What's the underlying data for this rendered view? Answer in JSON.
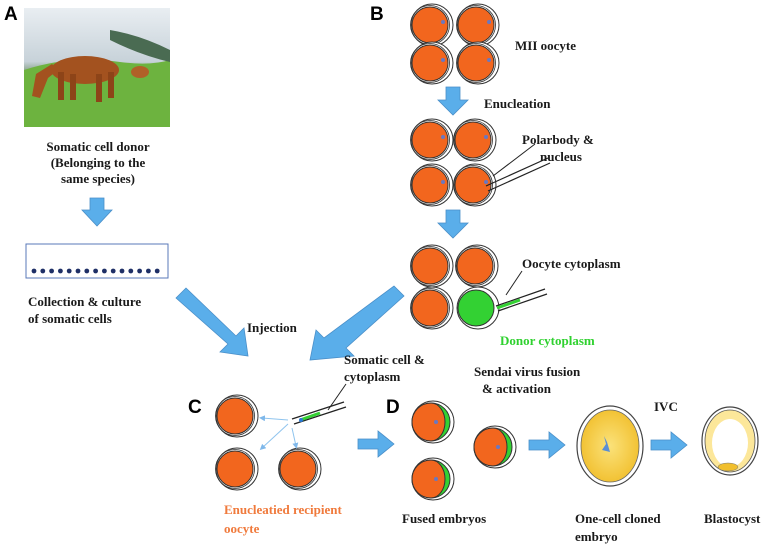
{
  "panels": {
    "a": "A",
    "b": "B",
    "c": "C",
    "d": "D"
  },
  "labels": {
    "donor_line1": "Somatic cell donor",
    "donor_line2": "(Belonging to the",
    "donor_line3": "same species)",
    "collection_line1": "Collection & culture",
    "collection_line2": "of somatic cells",
    "injection": "Injection",
    "mii_oocyte": "MII oocyte",
    "enucleation": "Enucleation",
    "polarbody_line1": "Polarbody &",
    "polarbody_line2": "nucleus",
    "oocyte_cytoplasm": "Oocyte cytoplasm",
    "donor_cytoplasm": "Donor  cytoplasm",
    "somatic_line1": "Somatic cell &",
    "somatic_line2": "cytoplasm",
    "sendai_line1": "Sendai virus fusion",
    "sendai_line2": "& activation",
    "ivc": "IVC",
    "recipient_line1": "Enucleatied recipient",
    "recipient_line2": "oocyte",
    "fused": "Fused embryos",
    "onecell_line1": "One-cell cloned",
    "onecell_line2": "embryo",
    "blastocyst": "Blastocyst"
  },
  "colors": {
    "oocyte": "#f2661e",
    "zona": "#ffffff",
    "donor": "#33d133",
    "arrow": "#5aaeea",
    "embryo": "#f7d24a",
    "label_green": "#2fd12f",
    "label_orange": "#f07a3c"
  },
  "icons": {
    "photo": "cow-photo",
    "dish": "culture-dish"
  }
}
